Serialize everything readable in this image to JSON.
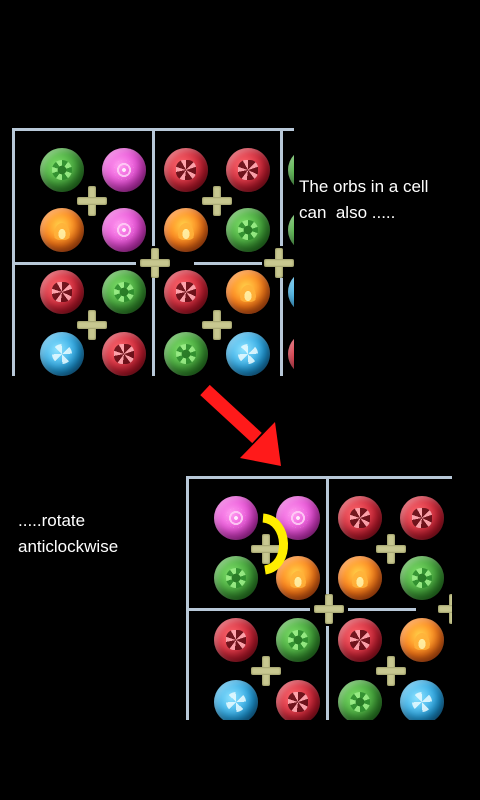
{
  "background": "#000000",
  "top_caption": "The orbs in a cell\ncan  also .....",
  "bottom_caption": ".....rotate\nanticlockwise",
  "colors": {
    "grid_line": "#b8c8d8",
    "arrow": "#ff1a1a",
    "rotation_indicator": "#ffee00"
  },
  "icons": {
    "pointer_arrow": "red-arrow-icon",
    "rotation": "anticlockwise-rotation-icon"
  },
  "board_before": {
    "orbs": [
      [
        "green",
        "pink",
        "red",
        "red",
        "green"
      ],
      [
        "fire",
        "pink",
        "fire",
        "green",
        "green"
      ],
      [
        "red",
        "green",
        "red",
        "fire",
        "blue"
      ],
      [
        "blue",
        "red",
        "green",
        "blue",
        "red"
      ]
    ]
  },
  "board_after": {
    "orbs": [
      [
        "pink",
        "pink",
        "red",
        "red"
      ],
      [
        "green",
        "fire",
        "fire",
        "green"
      ],
      [
        "red",
        "green",
        "red",
        "fire"
      ],
      [
        "blue",
        "red",
        "green",
        "blue"
      ]
    ]
  }
}
